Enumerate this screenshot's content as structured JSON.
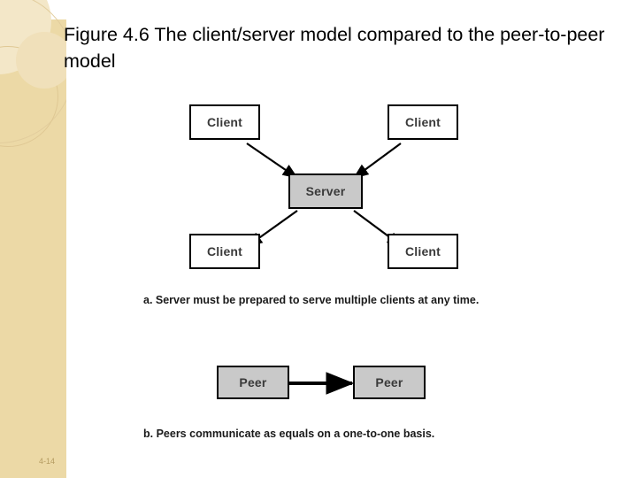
{
  "slide": {
    "title": "Figure 4.6  The client/server model compared to the peer-to-peer model",
    "page_number": "4-14",
    "accent_color": "#ecd9a6"
  },
  "figure": {
    "part_a": {
      "caption": "a. Server must be prepared to serve multiple clients at any time.",
      "nodes": [
        {
          "label": "Client",
          "role": "client",
          "position": "top-left"
        },
        {
          "label": "Client",
          "role": "client",
          "position": "top-right"
        },
        {
          "label": "Server",
          "role": "server",
          "position": "center"
        },
        {
          "label": "Client",
          "role": "client",
          "position": "bottom-left"
        },
        {
          "label": "Client",
          "role": "client",
          "position": "bottom-right"
        }
      ],
      "edges": [
        {
          "from": "top-left",
          "to": "center",
          "direction": "one-way"
        },
        {
          "from": "top-right",
          "to": "center",
          "direction": "one-way"
        },
        {
          "from": "center",
          "to": "bottom-left",
          "direction": "one-way"
        },
        {
          "from": "center",
          "to": "bottom-right",
          "direction": "one-way"
        }
      ]
    },
    "part_b": {
      "caption": "b. Peers communicate as equals on a one-to-one basis.",
      "nodes": [
        {
          "label": "Peer",
          "role": "peer",
          "position": "left"
        },
        {
          "label": "Peer",
          "role": "peer",
          "position": "right"
        }
      ],
      "edges": [
        {
          "from": "left",
          "to": "right",
          "direction": "two-way"
        }
      ]
    }
  }
}
